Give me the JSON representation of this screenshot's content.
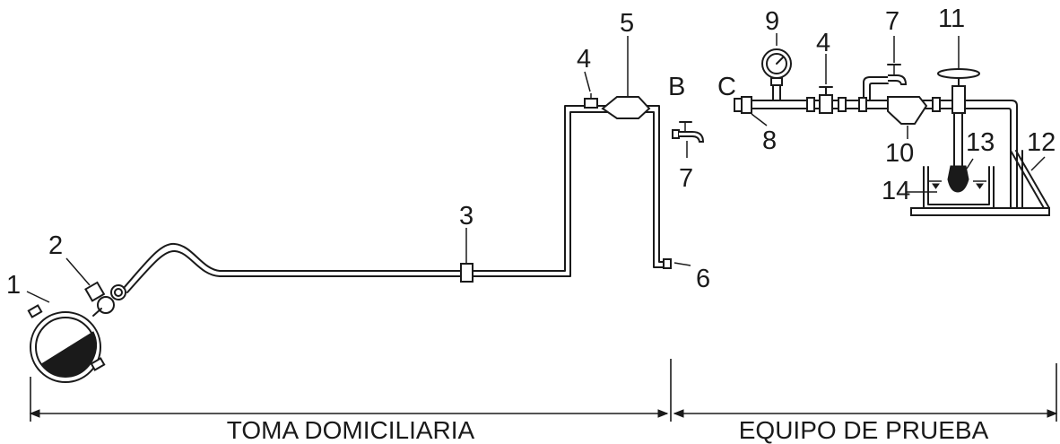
{
  "components": {
    "c1": "1",
    "c2": "2",
    "c3": "3",
    "c4a": "4",
    "c4b": "4",
    "c5": "5",
    "c6": "6",
    "c7a": "7",
    "c7b": "7",
    "c8": "8",
    "c9": "9",
    "c10": "10",
    "c11": "11",
    "c12": "12",
    "c13": "13",
    "c14": "14"
  },
  "points": {
    "b": "B",
    "c": "C"
  },
  "sections": {
    "left": "TOMA DOMICILIARIA",
    "right": "EQUIPO DE PRUEBA"
  }
}
